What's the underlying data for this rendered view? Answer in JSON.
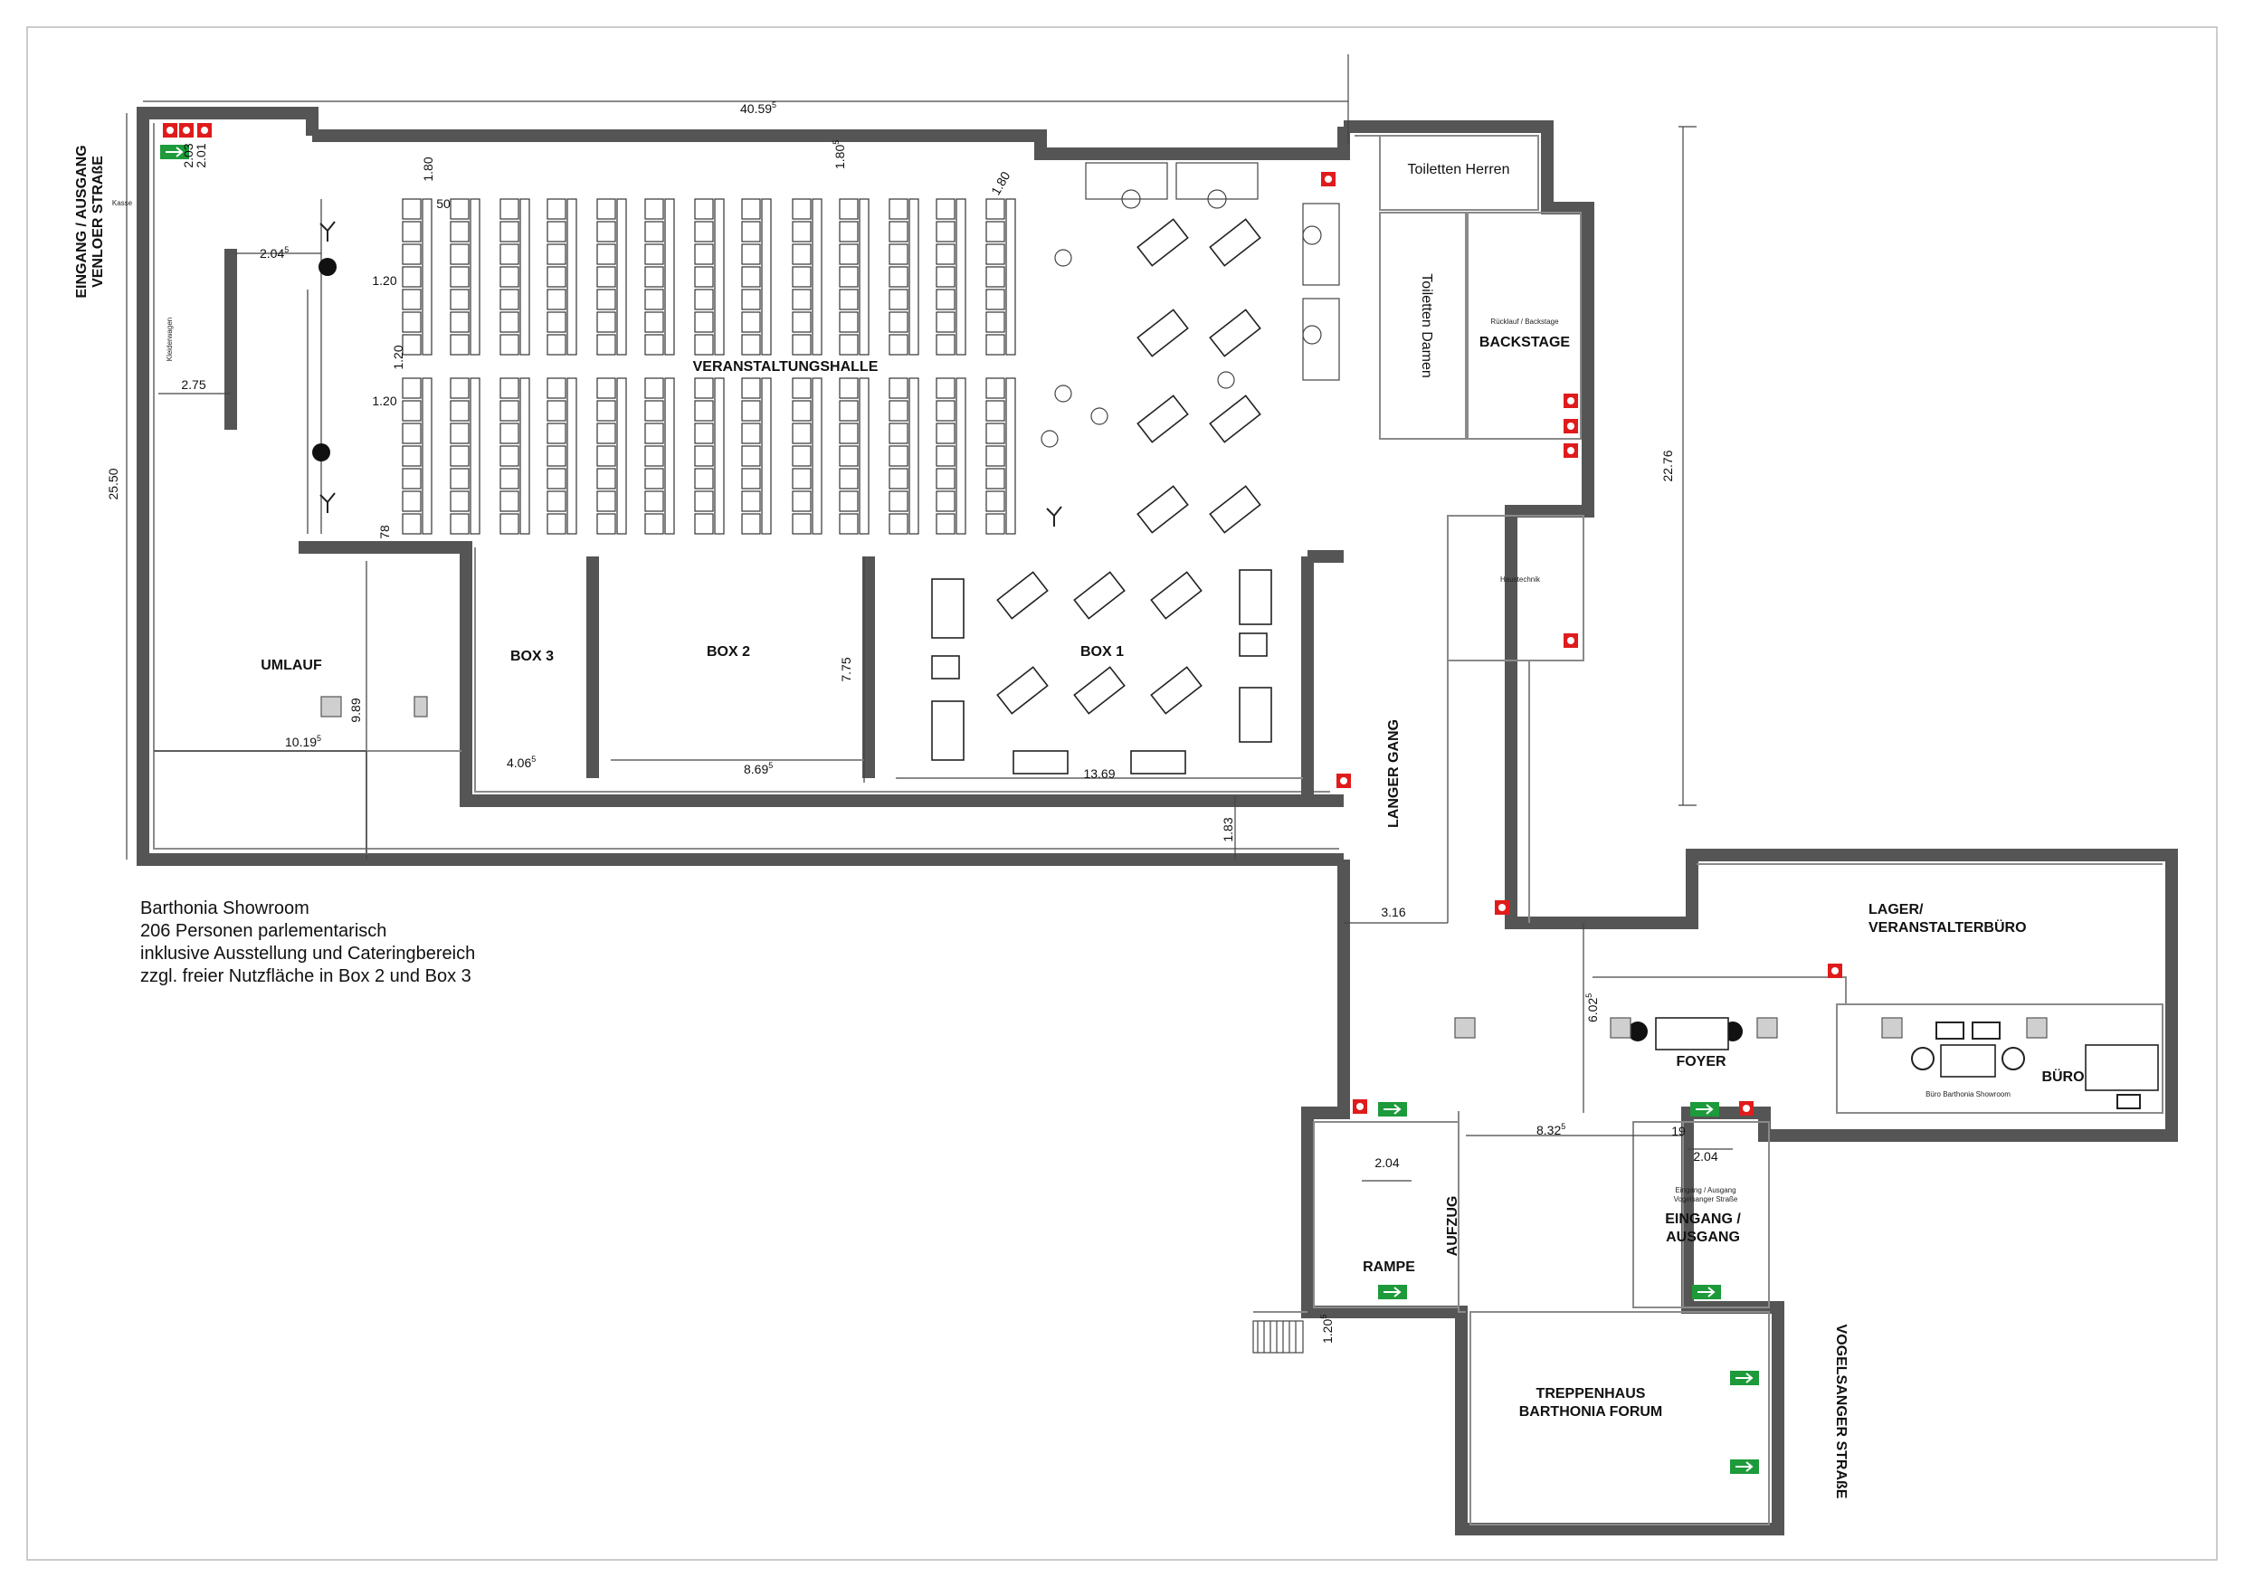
{
  "plan": {
    "rooms": {
      "hall": "VERANSTALTUNGSHALLE",
      "umlauf": "UMLAUF",
      "box3": "BOX 3",
      "box2": "BOX 2",
      "box1": "BOX 1",
      "toilets_men": "Toiletten Herren",
      "toilets_women": "Toiletten Damen",
      "backstage": "BACKSTAGE",
      "backstage_sub": "Rücklauf / Backstage",
      "haustechnik": "Haustechnik",
      "langer_gang": "LANGER GANG",
      "lager_line1": "LAGER/",
      "lager_line2": "VERANSTALTERBÜRO",
      "foyer": "FOYER",
      "buero": "BÜRO",
      "buero_sub": "Büro Barthonia Showroom",
      "rampe": "RAMPE",
      "aufzug": "AUFZUG",
      "eingang_line1": "EINGANG /",
      "eingang_line2": "AUSGANG",
      "eingang_sub1": "Eingang / Ausgang",
      "eingang_sub2": "Vogelsanger Straße",
      "treppenhaus_line1": "TREPPENHAUS",
      "treppenhaus_line2": "BARTHONIA FORUM",
      "street_west_line1": "EINGANG / AUSGANG",
      "street_west_line2": "VENLOER STRAßE",
      "street_east": "VOGELSANGER STRAßE",
      "kasse": "Kasse",
      "kleiderwagen": "Kleiderwagen"
    },
    "dimensions": {
      "top_width": "40.59",
      "top_width_sup": "5",
      "left_height": "25.50",
      "right_height": "22.76",
      "d_2_03": "2.03",
      "d_2_01": "2.01",
      "d_1_80a": "1.80",
      "d_1_80b": "1.80",
      "d_1_80b_sup": "5",
      "d_1_80c": "1.80",
      "d_50": "50",
      "d_2_04": "2.04",
      "d_2_04_sup": "5",
      "d_1_20a": "1.20",
      "d_1_20b": "1.20",
      "d_1_20c": "1.20",
      "d_2_75": "2.75",
      "d_78": "78",
      "d_9_89": "9.89",
      "d_10_19": "10.19",
      "d_10_19_sup": "5",
      "d_4_06": "4.06",
      "d_4_06_sup": "5",
      "d_8_69": "8.69",
      "d_8_69_sup": "5",
      "d_7_75": "7.75",
      "d_13_69": "13.69",
      "d_1_83": "1.83",
      "d_3_16": "3.16",
      "d_6_02": "6.02",
      "d_6_02_sup": "5",
      "d_8_32": "8.32",
      "d_8_32_sup": "5",
      "d_2_04_rampe": "2.04",
      "d_2_04_eingang": "2.04",
      "d_19": "19",
      "d_1_20_rampe": "1.20",
      "d_1_20_rampe_sup": "5"
    },
    "notes": {
      "line1": "Barthonia Showroom",
      "line2": "206 Personen parlementarisch",
      "line3": "inklusive Ausstellung und Cateringbereich",
      "line4": "zzgl. freier Nutzfläche in Box 2 und Box 3"
    },
    "colors": {
      "fire": "#e01b1b",
      "exit": "#1d9a3a",
      "wall": "#555555"
    },
    "icons": [
      "fire-extinguisher-icon",
      "emergency-exit-icon",
      "plant-icon",
      "spotlight-icon",
      "door-swing-icon"
    ]
  }
}
